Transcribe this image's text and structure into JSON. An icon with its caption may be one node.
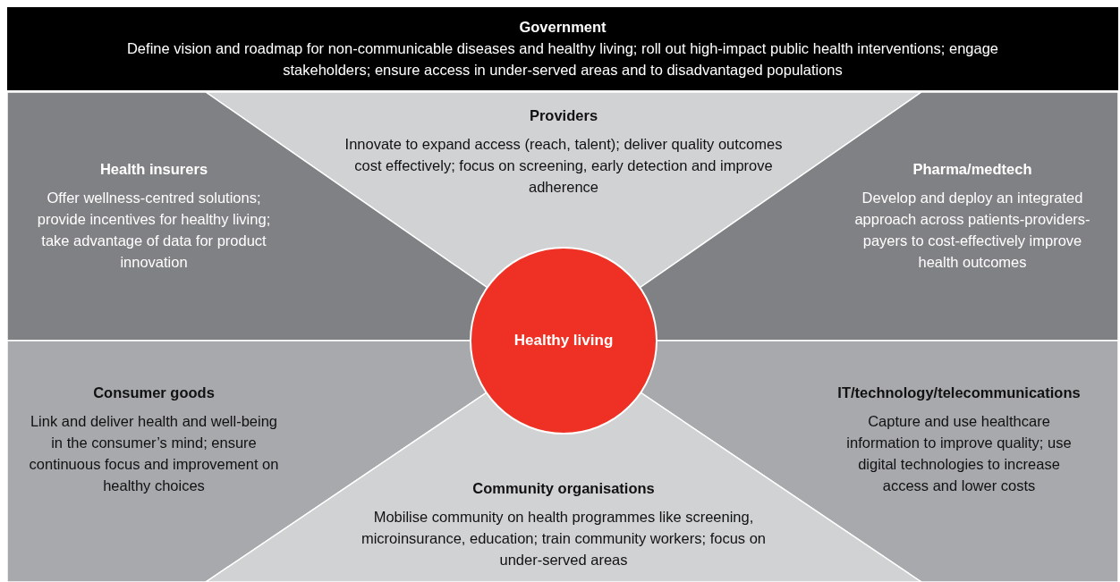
{
  "diagram": {
    "nodes": [
      {
        "text": [
          "Government",
          "Define vision and roadmap for non-communicable diseases and healthy living; roll out high-impact public health interventions; engage stakeholders; ensure access in under-served areas and to disadvantaged populations"
        ]
      },
      {
        "text": [
          "Providers",
          "Innovate to expand access (reach, talent); deliver quality outcomes cost effectively; focus on screening, early detection and improve adherence"
        ]
      },
      {
        "text": [
          "Health insurers",
          "Offer wellness-centred solutions; provide incentives for healthy living; take advantage of data for product innovation"
        ]
      },
      {
        "text": [
          "Pharma/medtech",
          "Develop and deploy an integrated approach across patients-providers-payers to cost-effectively improve health outcomes"
        ]
      },
      {
        "text": [
          "Healthy living"
        ]
      },
      {
        "text": [
          "Consumer goods",
          "Link and deliver health and well-being in the consumer’s mind; ensure continuous focus and improvement on healthy choices"
        ]
      },
      {
        "text": [
          "IT/technology/telecommunications",
          "Capture and use healthcare information to improve quality; use digital technologies to increase access and lower costs"
        ]
      },
      {
        "text": [
          "Community organisations",
          "Mobilise community on health programmes like screening, microinsurance, education; train community workers; focus on under-served areas"
        ]
      }
    ]
  }
}
